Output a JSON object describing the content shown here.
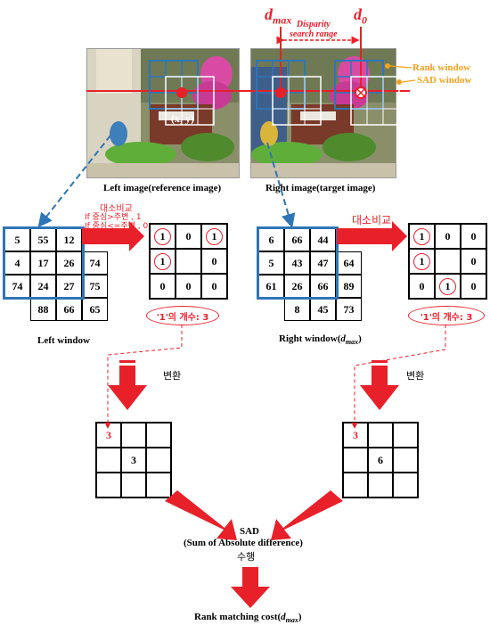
{
  "images": {
    "left_caption": "Left image(reference image)",
    "right_caption": "Right image(target image)",
    "center_label": "(x, y)"
  },
  "top_labels": {
    "d_max": "d",
    "d_max_sub": "max",
    "d_0": "d",
    "d_0_sub": "0",
    "disparity_line1": "Disparity",
    "disparity_line2": "search range",
    "rank_window": "Rank window",
    "sad_window": "SAD window"
  },
  "left_window": {
    "caption": "Left window",
    "rows": [
      [
        "5",
        "55",
        "12",
        ""
      ],
      [
        "4",
        "17",
        "26",
        "74"
      ],
      [
        "74",
        "24",
        "27",
        "75"
      ],
      [
        "",
        "88",
        "66",
        "65"
      ]
    ]
  },
  "left_compare": {
    "title": "대소비교",
    "rule1": "If 중심>주변 , 1",
    "rule2": "If 중심<=주변 , 0",
    "rows": [
      [
        "1",
        "0",
        "1"
      ],
      [
        "1",
        "",
        "0"
      ],
      [
        "0",
        "0",
        "0"
      ]
    ],
    "circled": [
      [
        true,
        false,
        true
      ],
      [
        true,
        false,
        false
      ],
      [
        false,
        false,
        false
      ]
    ],
    "count_label": "'1'의 개수: 3"
  },
  "right_window": {
    "caption": "Right window(",
    "caption_d": "d",
    "caption_sub": "max",
    "caption_end": ")",
    "rows": [
      [
        "6",
        "66",
        "44",
        ""
      ],
      [
        "5",
        "43",
        "47",
        "64"
      ],
      [
        "61",
        "26",
        "66",
        "89"
      ],
      [
        "",
        "8",
        "45",
        "73"
      ]
    ]
  },
  "right_compare": {
    "title": "대소비교",
    "rows": [
      [
        "1",
        "0",
        "0"
      ],
      [
        "1",
        "",
        "0"
      ],
      [
        "0",
        "1",
        "0"
      ]
    ],
    "circled": [
      [
        true,
        false,
        false
      ],
      [
        true,
        false,
        false
      ],
      [
        false,
        true,
        false
      ]
    ],
    "count_label": "'1'의 개수: 3"
  },
  "transform_label_left": "변환",
  "transform_label_right": "변환",
  "left_rank": {
    "rows": [
      [
        "3",
        "",
        ""
      ],
      [
        "",
        "3",
        ""
      ],
      [
        "",
        "",
        ""
      ]
    ]
  },
  "right_rank": {
    "rows": [
      [
        "3",
        "",
        ""
      ],
      [
        "",
        "6",
        ""
      ],
      [
        "",
        "",
        ""
      ]
    ]
  },
  "sad": {
    "line1": "SAD",
    "line2": "(Sum of Absolute difference)",
    "line3": "수행"
  },
  "result": {
    "text": "Rank matching cost(",
    "d": "d",
    "sub": "max",
    "end": ")"
  },
  "colors": {
    "red": "#e8202a",
    "blue": "#2e75b6",
    "orange": "#f4a21c"
  }
}
